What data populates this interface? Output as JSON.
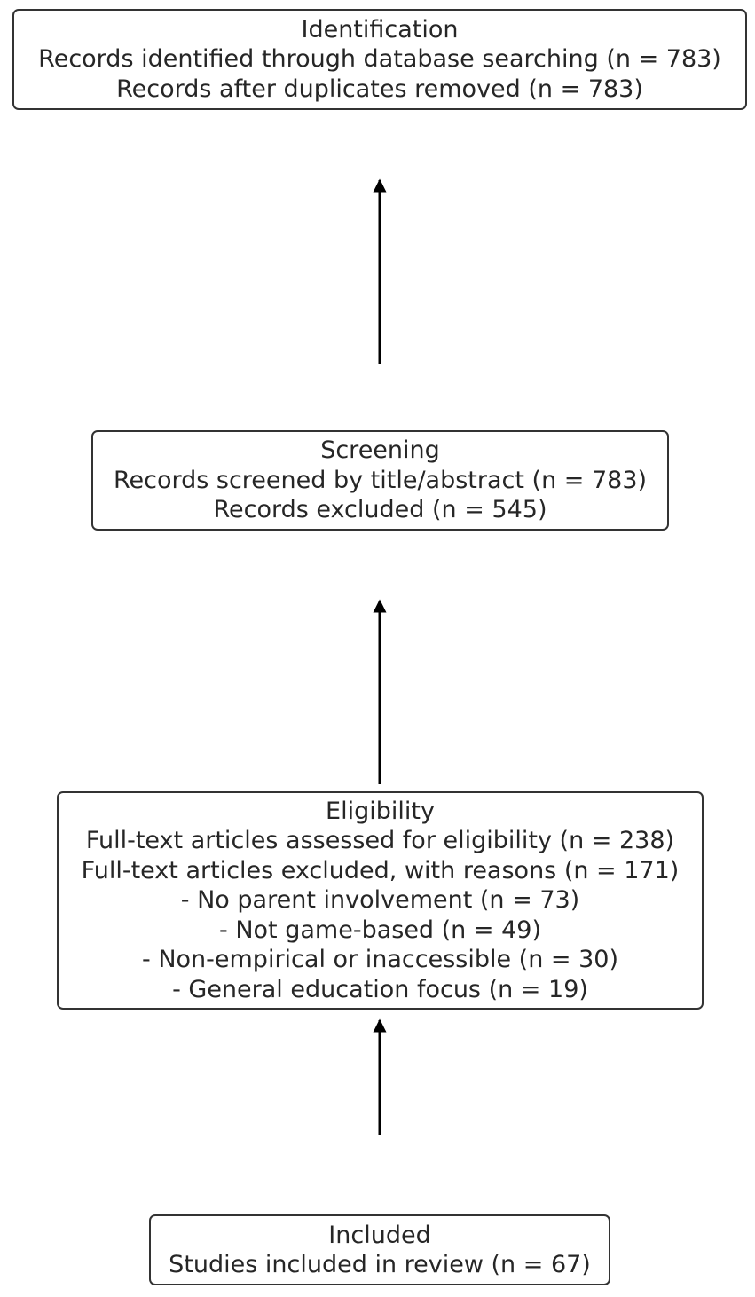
{
  "identification": {
    "title": "Identification",
    "lines": [
      "Records identified through database searching (n = 783)",
      "Records after duplicates removed (n = 783)"
    ]
  },
  "screening": {
    "title": "Screening",
    "lines": [
      "Records screened by title/abstract (n = 783)",
      "Records excluded (n = 545)"
    ]
  },
  "eligibility": {
    "title": "Eligibility",
    "lines": [
      "Full-text articles assessed for eligibility (n = 238)",
      "Full-text articles excluded, with reasons (n = 171)",
      "- No parent involvement (n = 73)",
      "- Not game-based (n = 49)",
      "- Non-empirical or inaccessible (n = 30)",
      "- General education focus (n = 19)"
    ]
  },
  "included": {
    "title": "Included",
    "lines": [
      "Studies included in review (n = 67)"
    ]
  },
  "style": {
    "stroke_color": "#000000",
    "border_color": "#333333",
    "text_color": "#262626"
  }
}
